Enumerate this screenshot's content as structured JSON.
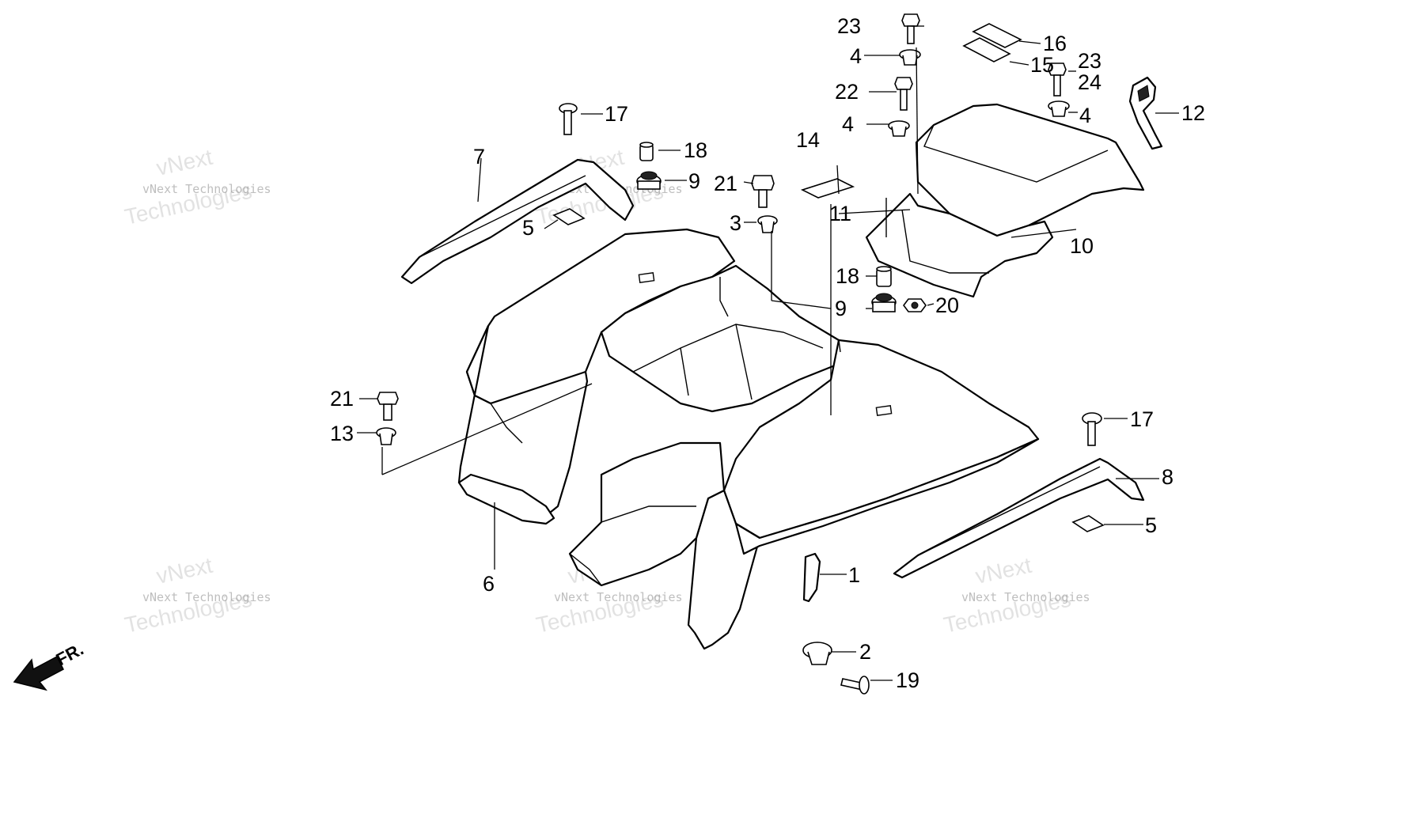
{
  "diagram": {
    "labels": [
      "1",
      "2",
      "3",
      "4",
      "4",
      "5",
      "5",
      "6",
      "7",
      "8",
      "9",
      "9",
      "10",
      "11",
      "12",
      "13",
      "14",
      "15",
      "16",
      "17",
      "17",
      "18",
      "18",
      "19",
      "20",
      "21",
      "21",
      "22",
      "23",
      "23",
      "24"
    ],
    "watermark": {
      "line1": "vNext Technologies",
      "line2": "vNext",
      "line3": "Technologies"
    },
    "direction_label": "FR."
  }
}
